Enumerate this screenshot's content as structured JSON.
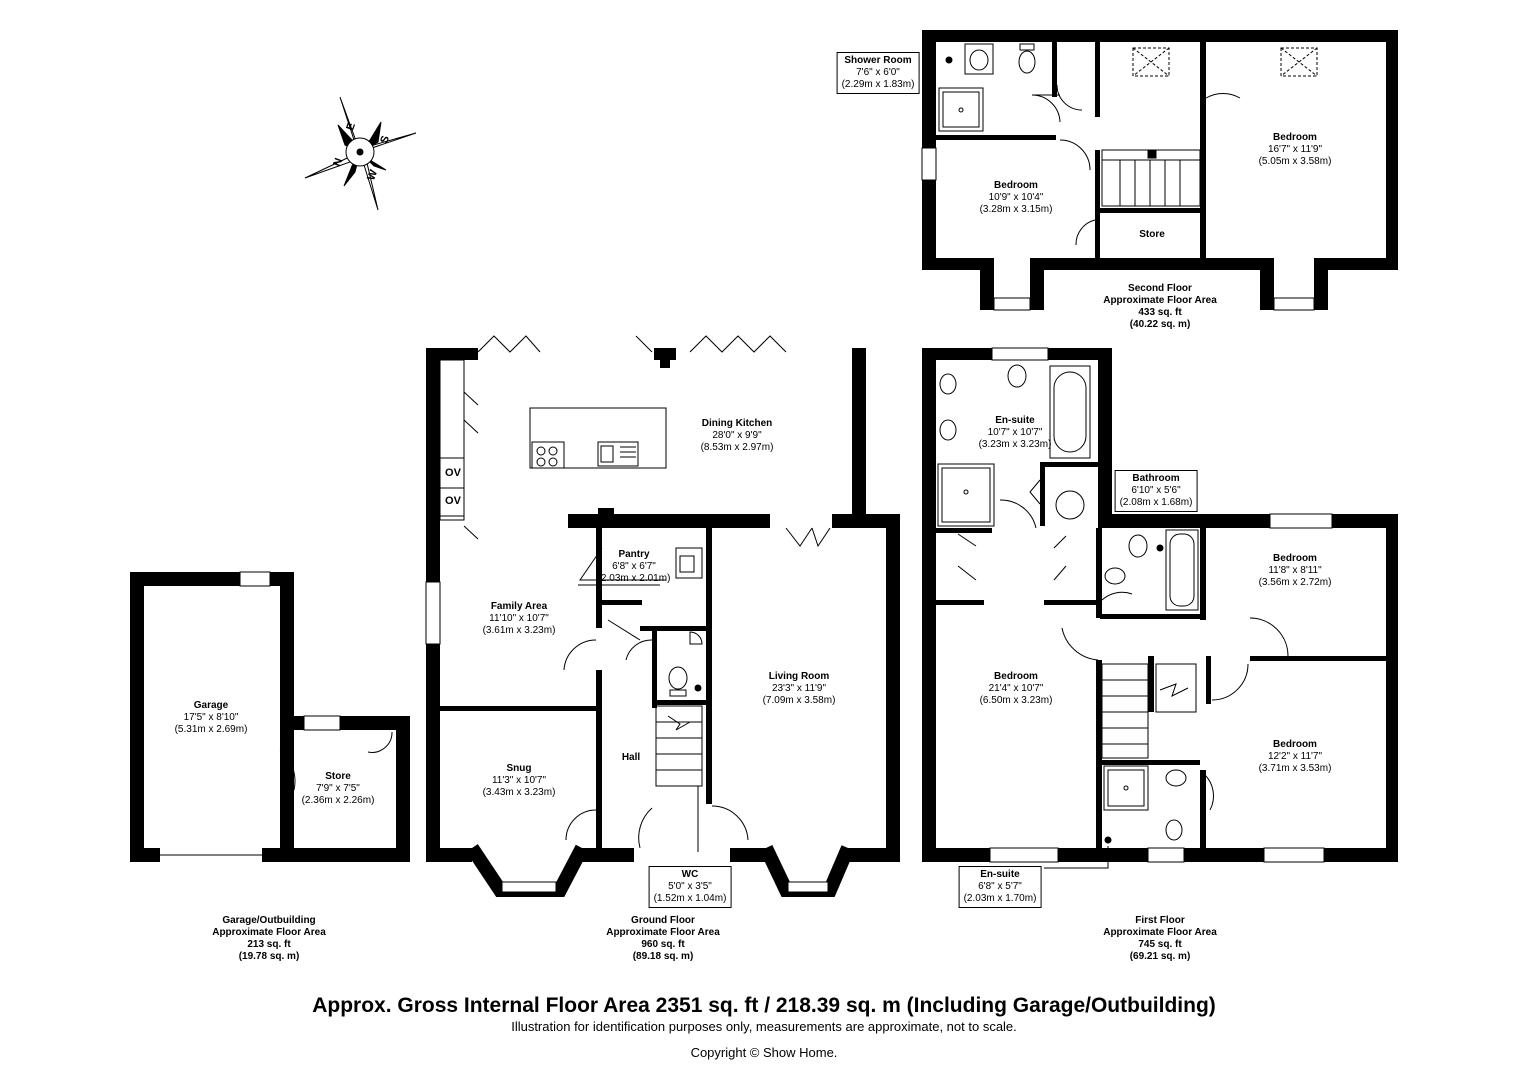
{
  "compass": {
    "letters": [
      "N",
      "E",
      "S",
      "W"
    ]
  },
  "floors": {
    "second": {
      "title": "Second Floor",
      "area_label": "Approximate Floor Area",
      "sqft": "433 sq. ft",
      "sqm": "(40.22 sq. m)",
      "rooms": [
        {
          "name": "Shower Room",
          "imperial": "7'6\" x 6'0\"",
          "metric": "(2.29m x 1.83m)"
        },
        {
          "name": "Bedroom",
          "imperial": "10'9\" x 10'4\"",
          "metric": "(3.28m x 3.15m)"
        },
        {
          "name": "Bedroom",
          "imperial": "16'7\" x 11'9\"",
          "metric": "(5.05m x 3.58m)"
        },
        {
          "name": "Store"
        }
      ]
    },
    "ground": {
      "title": "Ground Floor",
      "area_label": "Approximate Floor Area",
      "sqft": "960 sq. ft",
      "sqm": "(89.18 sq. m)",
      "oven_labels": [
        "OV",
        "OV"
      ],
      "rooms": [
        {
          "name": "Dining Kitchen",
          "imperial": "28'0\" x 9'9\"",
          "metric": "(8.53m x 2.97m)"
        },
        {
          "name": "Pantry",
          "imperial": "6'8\" x 6'7\"",
          "metric": "(2.03m x 2.01m)"
        },
        {
          "name": "Family Area",
          "imperial": "11'10\" x 10'7\"",
          "metric": "(3.61m x 3.23m)"
        },
        {
          "name": "Living Room",
          "imperial": "23'3\" x 11'9\"",
          "metric": "(7.09m x 3.58m)"
        },
        {
          "name": "Snug",
          "imperial": "11'3\" x 10'7\"",
          "metric": "(3.43m x 3.23m)"
        },
        {
          "name": "Hall"
        },
        {
          "name": "WC",
          "imperial": "5'0\" x 3'5\"",
          "metric": "(1.52m x 1.04m)"
        }
      ]
    },
    "first": {
      "title": "First Floor",
      "area_label": "Approximate Floor Area",
      "sqft": "745 sq. ft",
      "sqm": "(69.21 sq. m)",
      "rooms": [
        {
          "name": "En-suite",
          "imperial": "10'7\" x 10'7\"",
          "metric": "(3.23m x 3.23m)"
        },
        {
          "name": "Bathroom",
          "imperial": "6'10\" x 5'6\"",
          "metric": "(2.08m x 1.68m)"
        },
        {
          "name": "Bedroom",
          "imperial": "11'8\" x 8'11\"",
          "metric": "(3.56m x 2.72m)"
        },
        {
          "name": "Bedroom",
          "imperial": "21'4\" x 10'7\"",
          "metric": "(6.50m x 3.23m)"
        },
        {
          "name": "Bedroom",
          "imperial": "12'2\" x 11'7\"",
          "metric": "(3.71m x 3.53m)"
        },
        {
          "name": "En-suite",
          "imperial": "6'8\" x 5'7\"",
          "metric": "(2.03m x 1.70m)"
        }
      ]
    },
    "garage": {
      "title": "Garage/Outbuilding",
      "area_label": "Approximate Floor Area",
      "sqft": "213 sq. ft",
      "sqm": "(19.78 sq. m)",
      "rooms": [
        {
          "name": "Garage",
          "imperial": "17'5\" x 8'10\"",
          "metric": "(5.31m x 2.69m)"
        },
        {
          "name": "Store",
          "imperial": "7'9\" x 7'5\"",
          "metric": "(2.36m x 2.26m)"
        }
      ]
    }
  },
  "footer": {
    "gross": "Approx. Gross Internal Floor Area 2351 sq. ft / 218.39 sq. m (Including Garage/Outbuilding)",
    "disclaimer": "Illustration for identification purposes only, measurements are approximate, not to scale.",
    "copyright": "Copyright © Show Home."
  }
}
